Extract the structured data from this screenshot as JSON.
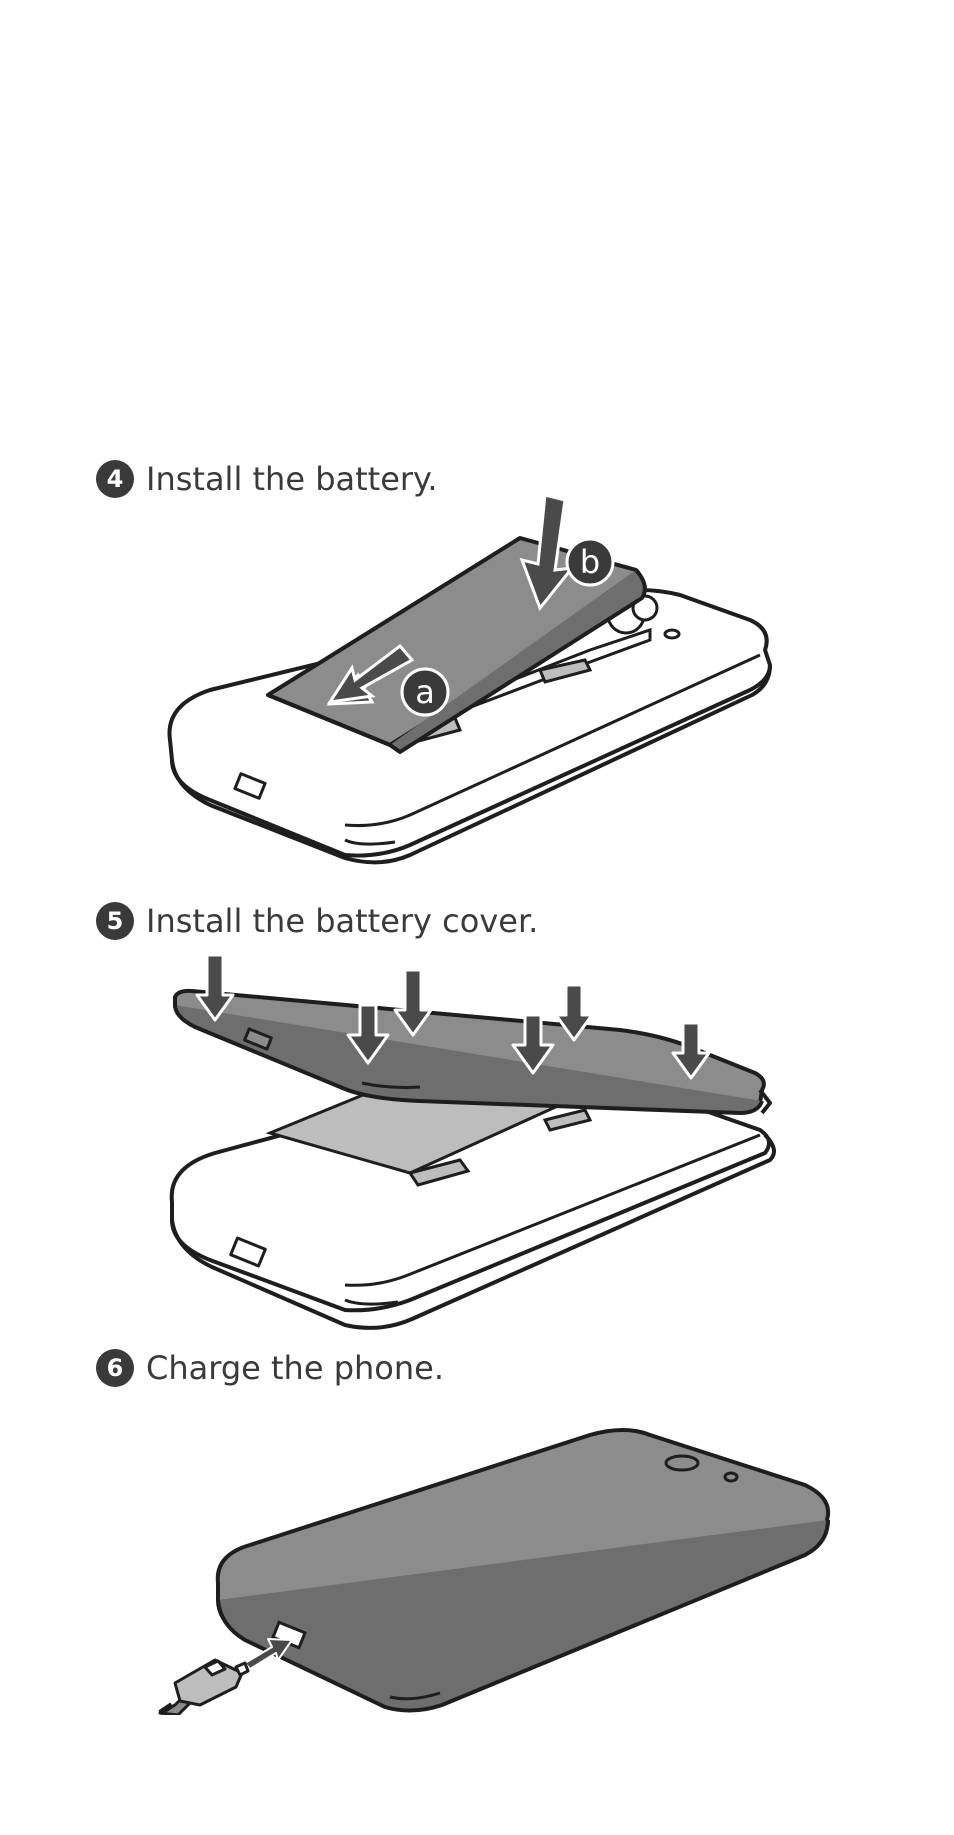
{
  "steps": [
    {
      "number": "4",
      "text": "Install the battery."
    },
    {
      "number": "5",
      "text": "Install the battery cover."
    },
    {
      "number": "6",
      "text": "Charge the phone."
    }
  ],
  "callouts": {
    "a": "a",
    "b": "b"
  },
  "colors": {
    "ink": "#1e1e1e",
    "text": "#3a3a3a",
    "dark_gray": "#8c8c8c",
    "light_gray": "#bdbdbd",
    "arrow": "#4a4a4a",
    "background": "#ffffff"
  },
  "icons": [
    "battery-icon",
    "battery-cover-icon",
    "phone-icon",
    "usb-cable-icon",
    "arrow-down-icon",
    "arrow-left-icon"
  ]
}
